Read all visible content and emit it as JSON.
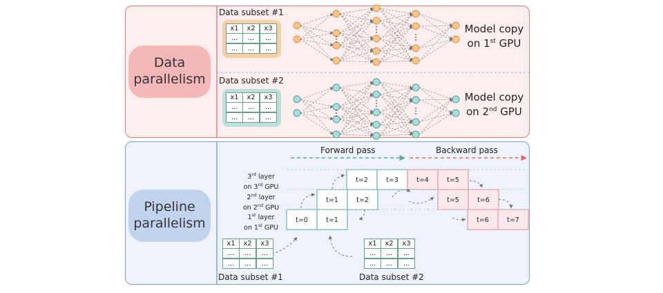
{
  "data_parallelism": {
    "label_line1": "Data",
    "label_line2": "parallelism",
    "subset1": {
      "title": "Data subset #1",
      "headers": [
        "x1",
        "x2",
        "x3"
      ],
      "rows": [
        [
          "...",
          "...",
          "..."
        ],
        [
          "...",
          "...",
          "..."
        ]
      ]
    },
    "subset2": {
      "title": "Data subset #2",
      "headers": [
        "x1",
        "x2",
        "x3"
      ],
      "rows": [
        [
          "...",
          "...",
          "..."
        ],
        [
          "...",
          "...",
          "..."
        ]
      ]
    },
    "model1": {
      "line1": "Model copy",
      "line2_pre": "on 1",
      "line2_sup": "st",
      "line2_post": " GPU"
    },
    "model2": {
      "line1": "Model copy",
      "line2_pre": "on 2",
      "line2_sup": "nd",
      "line2_post": " GPU"
    },
    "colors": {
      "gpu1_node": "#f8c58b",
      "gpu2_node": "#a9dedb"
    }
  },
  "pipeline_parallelism": {
    "label_line1": "Pipeline",
    "label_line2": "parallelism",
    "forward_label": "Forward pass",
    "backward_label": "Backward pass",
    "layers": [
      {
        "pre": "3",
        "sup": "rd",
        "post": " layer",
        "gpu_pre": "on 3",
        "gpu_sup": "rd",
        "gpu_post": " GPU"
      },
      {
        "pre": "2",
        "sup": "nd",
        "post": " layer",
        "gpu_pre": "on 2",
        "gpu_sup": "nd",
        "gpu_post": " GPU"
      },
      {
        "pre": "1",
        "sup": "st",
        "post": " layer",
        "gpu_pre": "on 1",
        "gpu_sup": "st",
        "gpu_post": " GPU"
      }
    ],
    "forward_cells": {
      "layer3": [
        "t=2",
        "t=3"
      ],
      "layer2": [
        "t=1",
        "t=2"
      ],
      "layer1": [
        "t=0",
        "t=1"
      ]
    },
    "backward_cells": {
      "layer3": [
        "t=4",
        "t=5"
      ],
      "layer2": [
        "t=5",
        "t=6"
      ],
      "layer1": [
        "t=6",
        "t=7"
      ]
    },
    "subset1": {
      "title": "Data subset #1",
      "headers": [
        "x1",
        "x2",
        "x3"
      ],
      "rows": [
        [
          "...",
          "...",
          "..."
        ],
        [
          "...",
          "...",
          "..."
        ]
      ]
    },
    "subset2": {
      "title": "Data subset #2",
      "headers": [
        "x1",
        "x2",
        "x3"
      ],
      "rows": [
        [
          "...",
          "...",
          "..."
        ],
        [
          "...",
          "...",
          "..."
        ]
      ]
    },
    "colors": {
      "forward": "#5fa8a3",
      "backward": "#e06a6a"
    }
  }
}
